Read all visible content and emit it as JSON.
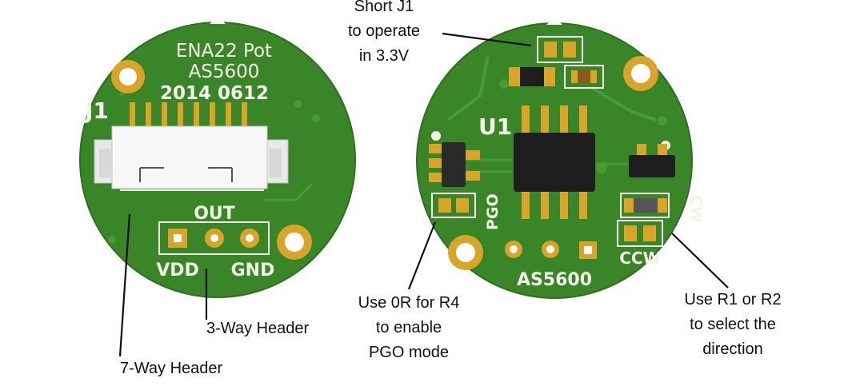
{
  "colors": {
    "pcb_green": "#3e8a2a",
    "pcb_trace": "#4a9a33",
    "pad_gold": "#d9a42a",
    "silkscreen": "#f2f2e8",
    "ic_body": "#1e1e1e",
    "connector_white": "#eeeeee",
    "callout_line": "#111111"
  },
  "board_left": {
    "silk_line1": "ENA22 Pot",
    "silk_line2": "AS5600",
    "silk_line3": "2014 0612",
    "connector_label": "J1",
    "header_out_label": "OUT",
    "vdd_label": "VDD",
    "gnd_label": "GND"
  },
  "board_right": {
    "ic_label": "U1",
    "pgo_label": "PGO",
    "cw_label": "CW",
    "ccw_label": "CCW",
    "chip_name": "AS5600"
  },
  "callouts": {
    "short_j1": [
      "Short J1",
      "to operate",
      "in 3.3V"
    ],
    "use_0r": [
      "Use 0R for R4",
      "to enable",
      "PGO mode"
    ],
    "use_r1r2": [
      "Use R1 or R2",
      "to select the",
      "direction"
    ],
    "three_way": "3-Way Header",
    "seven_way": "7-Way Header"
  }
}
